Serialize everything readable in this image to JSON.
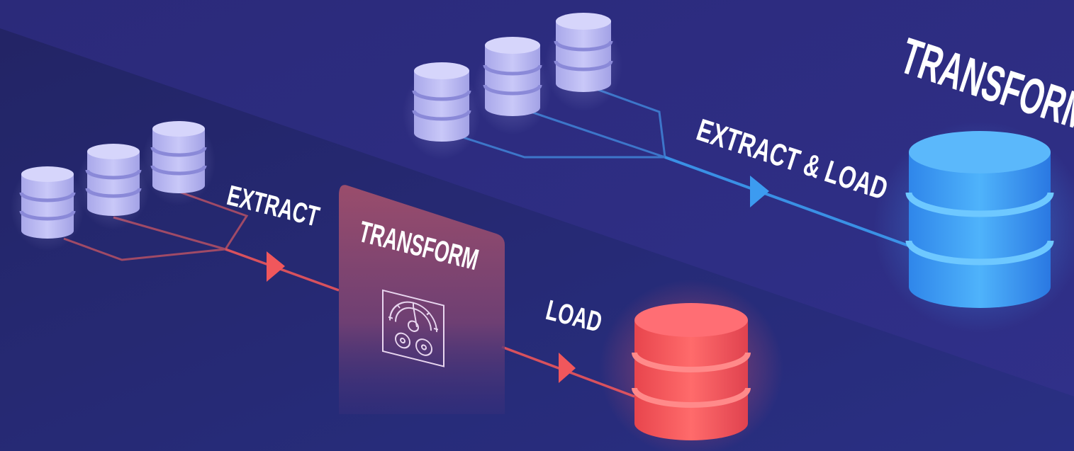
{
  "labels": {
    "etl_extract": "EXTRACT",
    "etl_transform": "TRANSFORM",
    "etl_load": "LOAD",
    "elt_extract_load": "EXTRACT & LOAD",
    "elt_transform": "TRANSFORM"
  },
  "colors": {
    "background_top": "#2c2d80",
    "background_bottom": "#2a2f8a",
    "source_db": "#b9b8f2",
    "etl_accent": "#f0575c",
    "elt_accent": "#3c9bf0",
    "transform_panel": "#8a4a6e"
  },
  "icons": {
    "transform_panel_icon": "gear-icon"
  }
}
